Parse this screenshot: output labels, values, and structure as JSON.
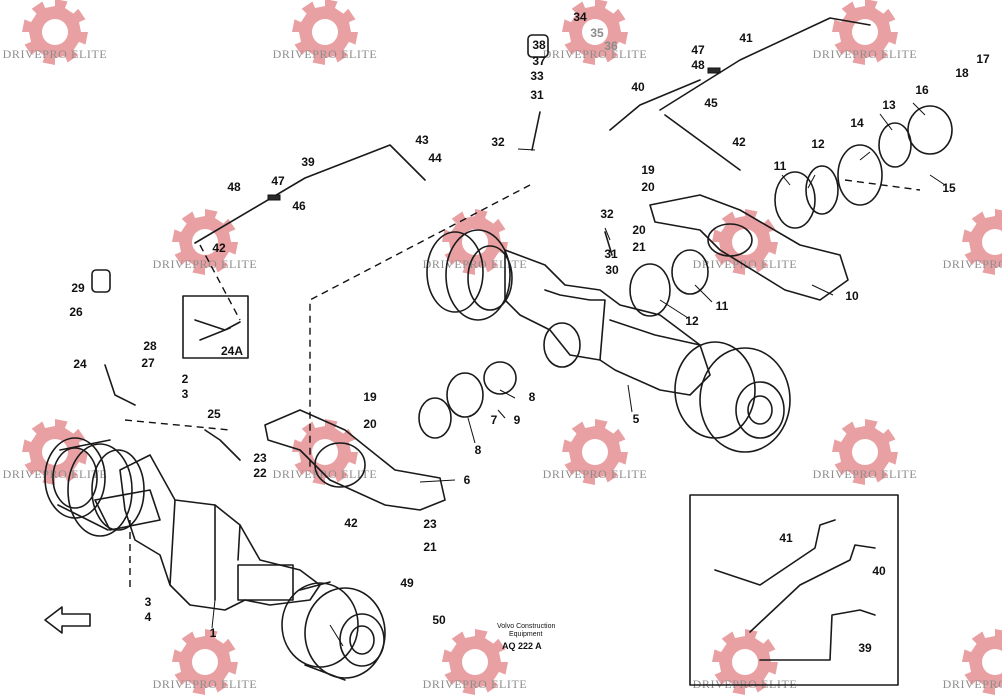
{
  "watermark": {
    "text": "DRIVEPRO ELITE",
    "gear_color": "#e58f93",
    "text_color": "#8e8e8e"
  },
  "diagram": {
    "maker_line1": "Volvo Construction",
    "maker_line2": "Equipment",
    "code": "AQ 222 A",
    "direction_arrow": "front-arrow-icon"
  },
  "callouts": [
    {
      "n": "1"
    },
    {
      "n": "2"
    },
    {
      "n": "3"
    },
    {
      "n": "3"
    },
    {
      "n": "4"
    },
    {
      "n": "5"
    },
    {
      "n": "6"
    },
    {
      "n": "7"
    },
    {
      "n": "8"
    },
    {
      "n": "8"
    },
    {
      "n": "9"
    },
    {
      "n": "10"
    },
    {
      "n": "11"
    },
    {
      "n": "11"
    },
    {
      "n": "12"
    },
    {
      "n": "12"
    },
    {
      "n": "13"
    },
    {
      "n": "14"
    },
    {
      "n": "15"
    },
    {
      "n": "16"
    },
    {
      "n": "17"
    },
    {
      "n": "18"
    },
    {
      "n": "19"
    },
    {
      "n": "19"
    },
    {
      "n": "20"
    },
    {
      "n": "20"
    },
    {
      "n": "20"
    },
    {
      "n": "21"
    },
    {
      "n": "21"
    },
    {
      "n": "22"
    },
    {
      "n": "23"
    },
    {
      "n": "23"
    },
    {
      "n": "24"
    },
    {
      "n": "24A"
    },
    {
      "n": "25"
    },
    {
      "n": "26"
    },
    {
      "n": "27"
    },
    {
      "n": "28"
    },
    {
      "n": "29"
    },
    {
      "n": "30"
    },
    {
      "n": "31"
    },
    {
      "n": "31"
    },
    {
      "n": "32"
    },
    {
      "n": "32"
    },
    {
      "n": "33"
    },
    {
      "n": "34"
    },
    {
      "n": "35"
    },
    {
      "n": "36"
    },
    {
      "n": "37"
    },
    {
      "n": "38"
    },
    {
      "n": "39"
    },
    {
      "n": "39"
    },
    {
      "n": "40"
    },
    {
      "n": "40"
    },
    {
      "n": "41"
    },
    {
      "n": "41"
    },
    {
      "n": "42"
    },
    {
      "n": "42"
    },
    {
      "n": "42"
    },
    {
      "n": "43"
    },
    {
      "n": "44"
    },
    {
      "n": "45"
    },
    {
      "n": "46"
    },
    {
      "n": "47"
    },
    {
      "n": "47"
    },
    {
      "n": "48"
    },
    {
      "n": "48"
    },
    {
      "n": "49"
    },
    {
      "n": "50"
    }
  ]
}
